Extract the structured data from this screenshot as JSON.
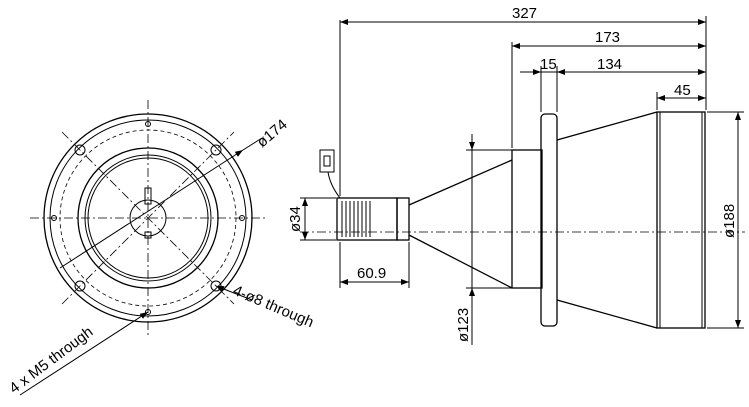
{
  "dimensions": {
    "overall_length": "327",
    "housing_length": "173",
    "flange_thickness": "15",
    "cone_length": "134",
    "front_ring_length": "45",
    "front_diameter": "ø188",
    "mount_diameter": "ø123",
    "camera_diameter": "ø34",
    "camera_length": "60.9",
    "bolt_circle": "ø174"
  },
  "notes": {
    "through_holes": "4-ø8 through",
    "tapped_holes": "4 x M5 through"
  }
}
